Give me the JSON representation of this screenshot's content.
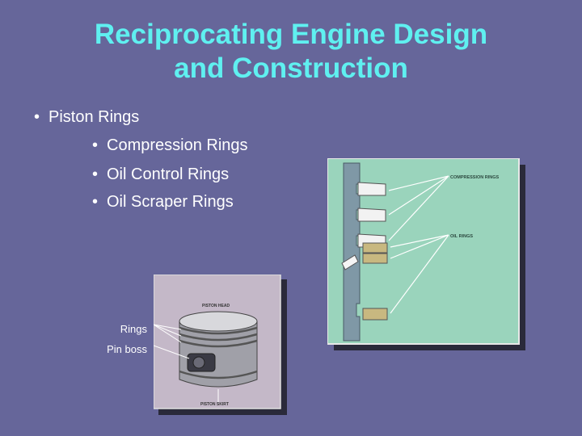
{
  "slide": {
    "title_line1": "Reciprocating Engine Design",
    "title_line2": "and Construction",
    "bullet_main": "Piston Rings",
    "sub_bullets": [
      "Compression Rings",
      "Oil Control Rings",
      "Oil Scraper Rings"
    ],
    "bullet_char": "•",
    "colors": {
      "background": "#66669a",
      "title": "#5ff0f0",
      "text": "#ffffff"
    }
  },
  "ring_diagram": {
    "label_compression": "COMPRESSION RINGS",
    "label_oil": "OIL RINGS"
  },
  "piston_diagram": {
    "label_head": "PISTON HEAD",
    "label_skirt": "PISTON SKIRT",
    "caption_rings": "Rings",
    "caption_pin": "Pin boss"
  }
}
